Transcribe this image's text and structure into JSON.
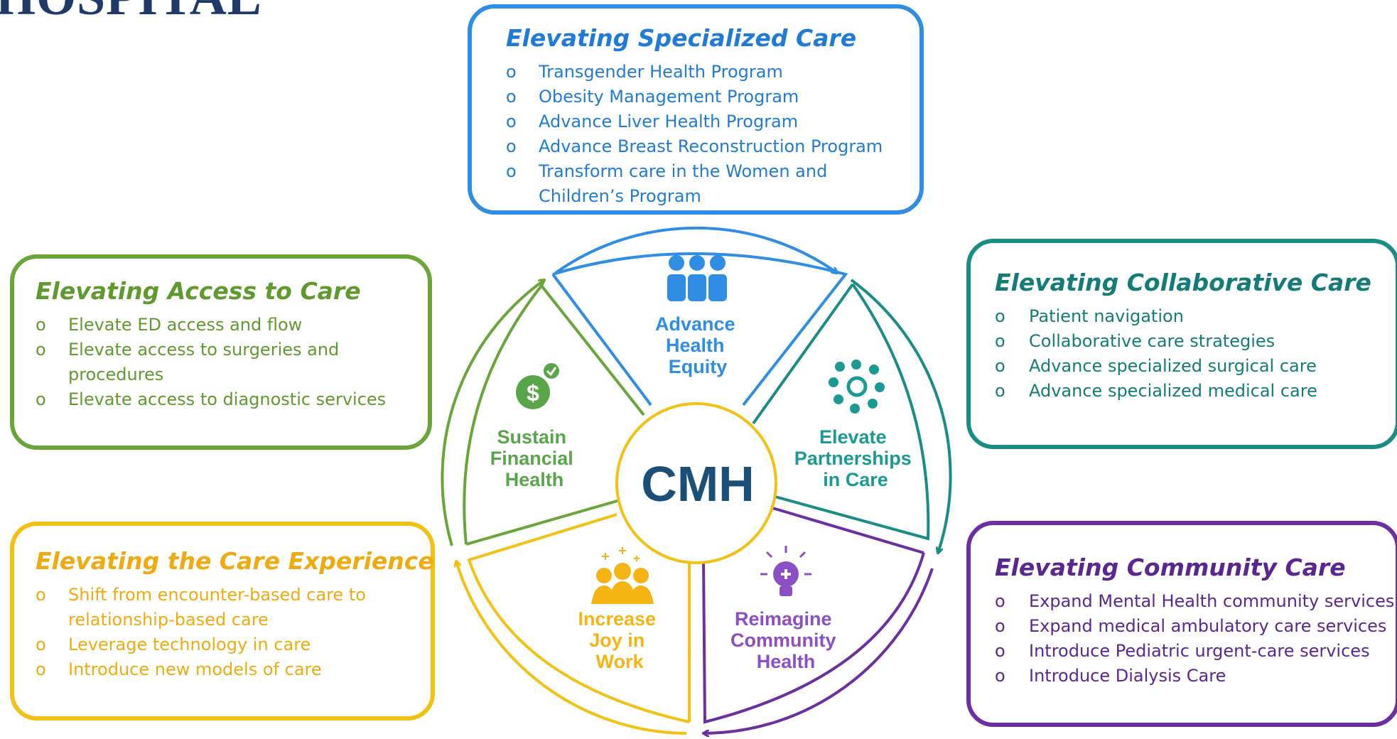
{
  "logo": {
    "text": "HOSPITAL"
  },
  "boxes": {
    "specialized": {
      "title": "Elevating Specialized Care",
      "items": [
        "Transgender Health Program",
        "Obesity Management Program",
        "Advance Liver Health Program",
        "Advance Breast Reconstruction Program",
        "Transform care in the Women and Children’s Program"
      ]
    },
    "access": {
      "title": "Elevating Access to Care",
      "items": [
        "Elevate ED access and flow",
        "Elevate access to surgeries and procedures",
        "Elevate access to diagnostic services"
      ]
    },
    "collaborative": {
      "title": "Elevating Collaborative Care",
      "items": [
        "Patient navigation",
        "Collaborative care strategies",
        "Advance specialized surgical care",
        "Advance specialized medical care"
      ]
    },
    "experience": {
      "title": "Elevating the Care Experience",
      "items": [
        "Shift from encounter-based care to relationship-based care",
        "Leverage technology in care",
        "Introduce new models of care"
      ]
    },
    "community": {
      "title": "Elevating Community Care",
      "items": [
        "Expand Mental Health community services",
        "Expand medical ambulatory care services",
        "Introduce Pediatric urgent-care services",
        "Introduce Dialysis Care"
      ]
    }
  },
  "wheel": {
    "center": "CMH",
    "segments": {
      "equity": {
        "lines": [
          "Advance",
          "Health",
          "Equity"
        ],
        "icon": "people-icon"
      },
      "partnerships": {
        "lines": [
          "Elevate",
          "Partnerships",
          "in Care"
        ],
        "icon": "network-icon"
      },
      "community": {
        "lines": [
          "Reimagine",
          "Community",
          "Health"
        ],
        "icon": "lightbulb-icon"
      },
      "joy": {
        "lines": [
          "Increase",
          "Joy in",
          "Work"
        ],
        "icon": "group-icon"
      },
      "financial": {
        "lines": [
          "Sustain",
          "Financial",
          "Health"
        ],
        "icon": "dollar-icon"
      }
    }
  },
  "colors": {
    "blue": "#2f8de4",
    "teal": "#1a8c86",
    "purple": "#6b2fa1",
    "yellow": "#f3c114",
    "green": "#6aa53a",
    "navy": "#1a4f7a"
  }
}
